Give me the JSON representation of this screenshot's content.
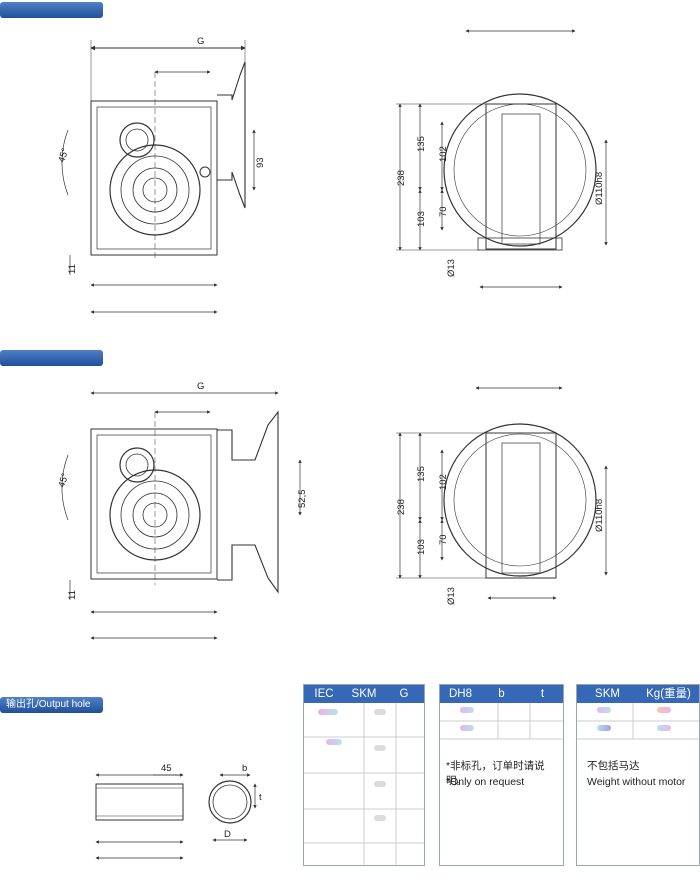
{
  "sections": {
    "top_tab": "",
    "middle_tab": "",
    "output_hole_tab": "输出孔/Output hole"
  },
  "dimensions": {
    "G": "G",
    "d93": "93",
    "d11": "11",
    "angle45": "45°",
    "d135": "135",
    "d102": "102",
    "d238": "238",
    "d70": "70",
    "d103": "103",
    "d13": "Ø13",
    "d110": "Ø110h8",
    "d52_5": "52,5",
    "d45": "45",
    "b": "b",
    "t": "t",
    "D": "D"
  },
  "table_iec": {
    "headers": [
      "IEC",
      "SKM",
      "G"
    ]
  },
  "table_bore": {
    "headers": [
      "DH8",
      "b",
      "t"
    ],
    "note_cn": "*非标孔，订单时请说明。",
    "note_en": "*Only on request"
  },
  "table_weight": {
    "headers": [
      "SKM",
      "Kg(重量)"
    ],
    "note_cn": "不包括马达",
    "note_en": "Weight without motor"
  },
  "colors": {
    "tab_blue": "#2a5aa8",
    "table_header": "#3568b5",
    "line": "#3a3a3a"
  }
}
